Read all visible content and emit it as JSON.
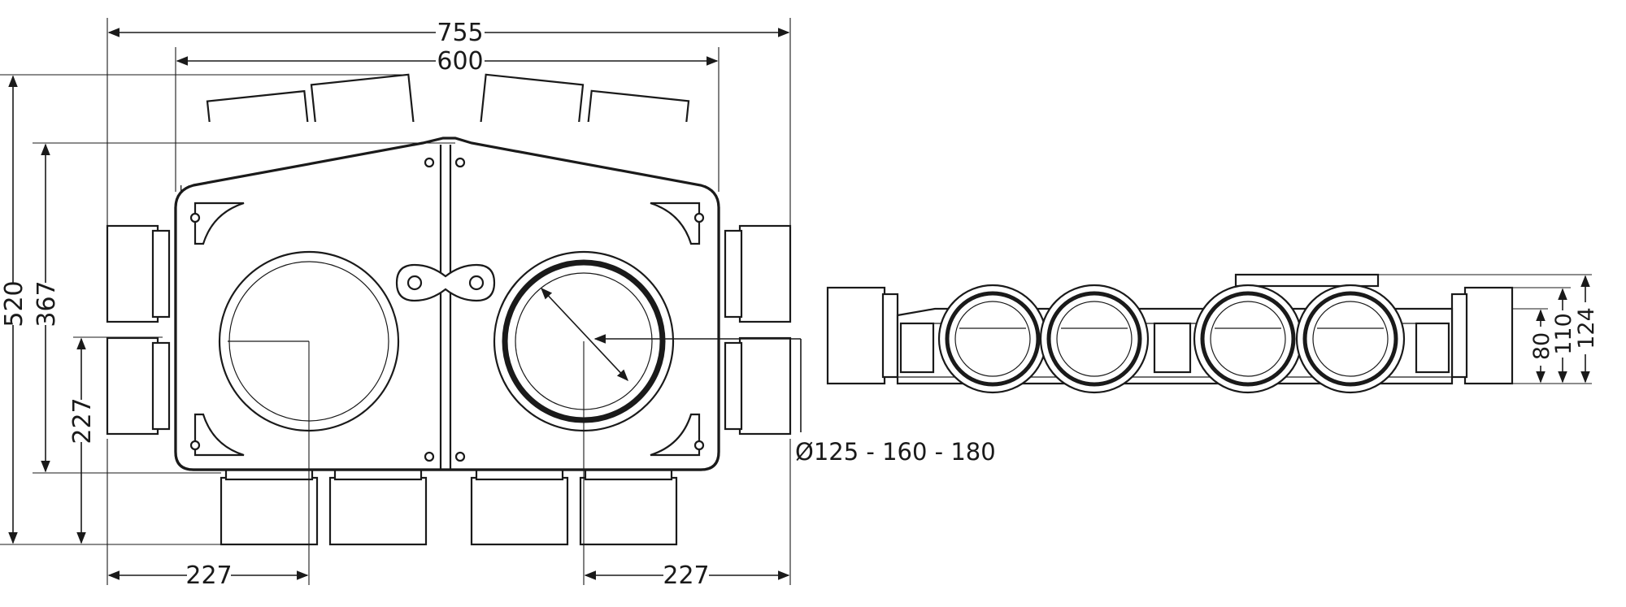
{
  "plan_view": {
    "dim_overall_width": "755",
    "dim_body_width": "600",
    "dim_overall_height": "520",
    "dim_body_height": "367",
    "dim_outlet_height": "227",
    "dim_left_offset": "227",
    "dim_right_offset": "227",
    "outlet_diameter_label": "Ø125 - 160 - 180"
  },
  "side_view": {
    "dim_height_80": "80",
    "dim_height_110": "110",
    "dim_height_124": "124"
  },
  "colors": {
    "ink": "#1a1a1a",
    "paper": "#ffffff"
  }
}
